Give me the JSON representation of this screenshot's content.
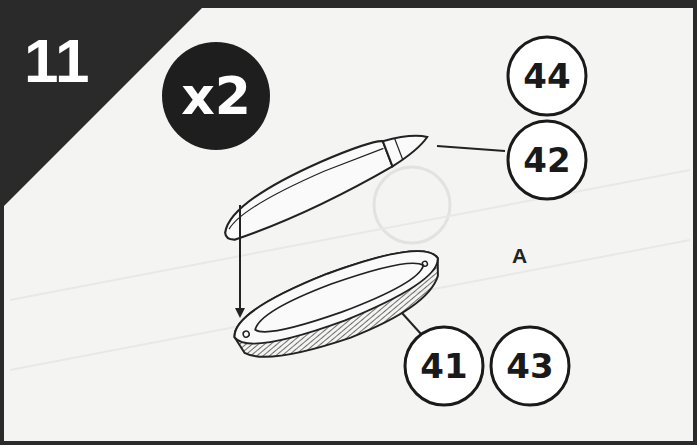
{
  "diagram": {
    "nodes": [
      {
        "text": [
          "11"
        ]
      },
      {
        "text": [
          "x2"
        ]
      },
      {
        "text": [
          "44"
        ]
      },
      {
        "text": [
          "42"
        ]
      },
      {
        "text": [
          "41"
        ]
      },
      {
        "text": [
          "43"
        ]
      }
    ],
    "labels": [
      "A"
    ]
  }
}
